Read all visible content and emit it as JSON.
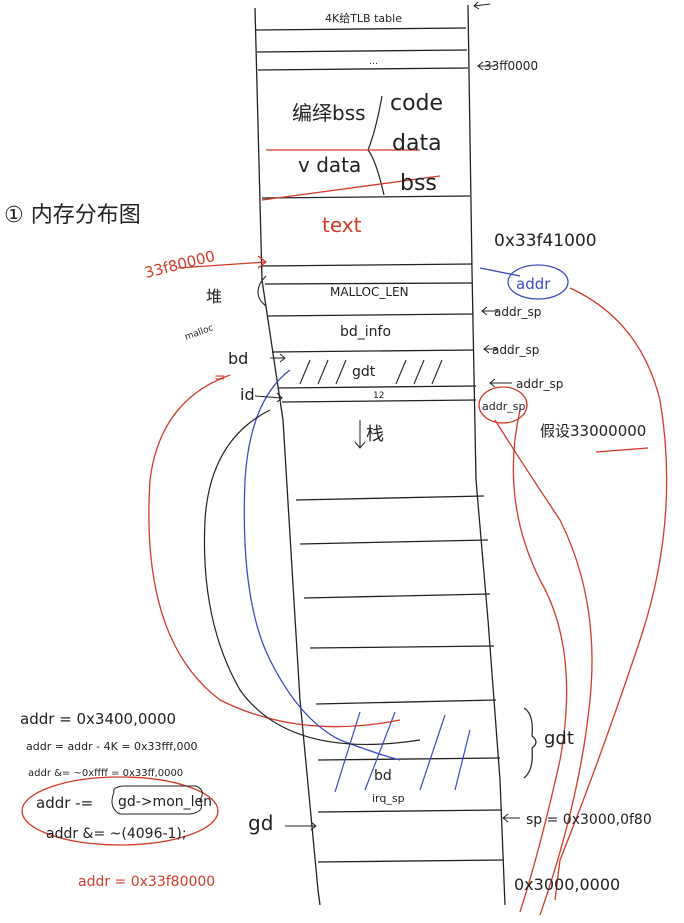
{
  "title": "① 内存分布图",
  "memory_column": {
    "top_label": "4K给TLB table",
    "regions": [
      "code",
      "data",
      "bss",
      "text",
      "MALLOC_LEN",
      "bd_info",
      "gdt",
      "栈"
    ],
    "gdt_label": "gdt",
    "bd_label": "bd",
    "id_label": "id",
    "stack_label": "栈",
    "irq_sp_label": "irq_sp",
    "bd_cell_label": "bd",
    "size_12": "12",
    "crossed_labels": [
      "编绎bss",
      "v data"
    ]
  },
  "right_labels": {
    "addr_top": "33ff0000",
    "addr_mid": "0x33f41000",
    "addr_circle": "addr",
    "addr_sp1": "addr_sp",
    "addr_sp2": "addr_sp",
    "addr_sp3": "addr_sp",
    "addr_sp4": "addr_sp",
    "assume": "假设33000000",
    "gdt_brace": "gdt",
    "sp_eq": "sp = 0x3000,0f80",
    "bottom": "0x3000,0000"
  },
  "left_labels": {
    "red_addr": "33f80000",
    "malloc_small": "malloc",
    "heap": "堆",
    "gd": "gd",
    "bd_arrow": "bd",
    "id_arrow": "id"
  },
  "notes": {
    "line1": "addr = 0x3400,0000",
    "line2": "addr = addr - 4K = 0x33fff,000",
    "line3": "addr &= ~0xffff = 0x33ff,0000",
    "line4_a": "addr -= ",
    "line4_b": "gd->mon_len",
    "line5": "addr &= ~(4096-1);",
    "line6": "addr = 0x33f80000"
  },
  "colors": {
    "ink": "#222222",
    "red": "#d23a2a",
    "blue": "#3a4bc2",
    "background": "#ffffff"
  }
}
